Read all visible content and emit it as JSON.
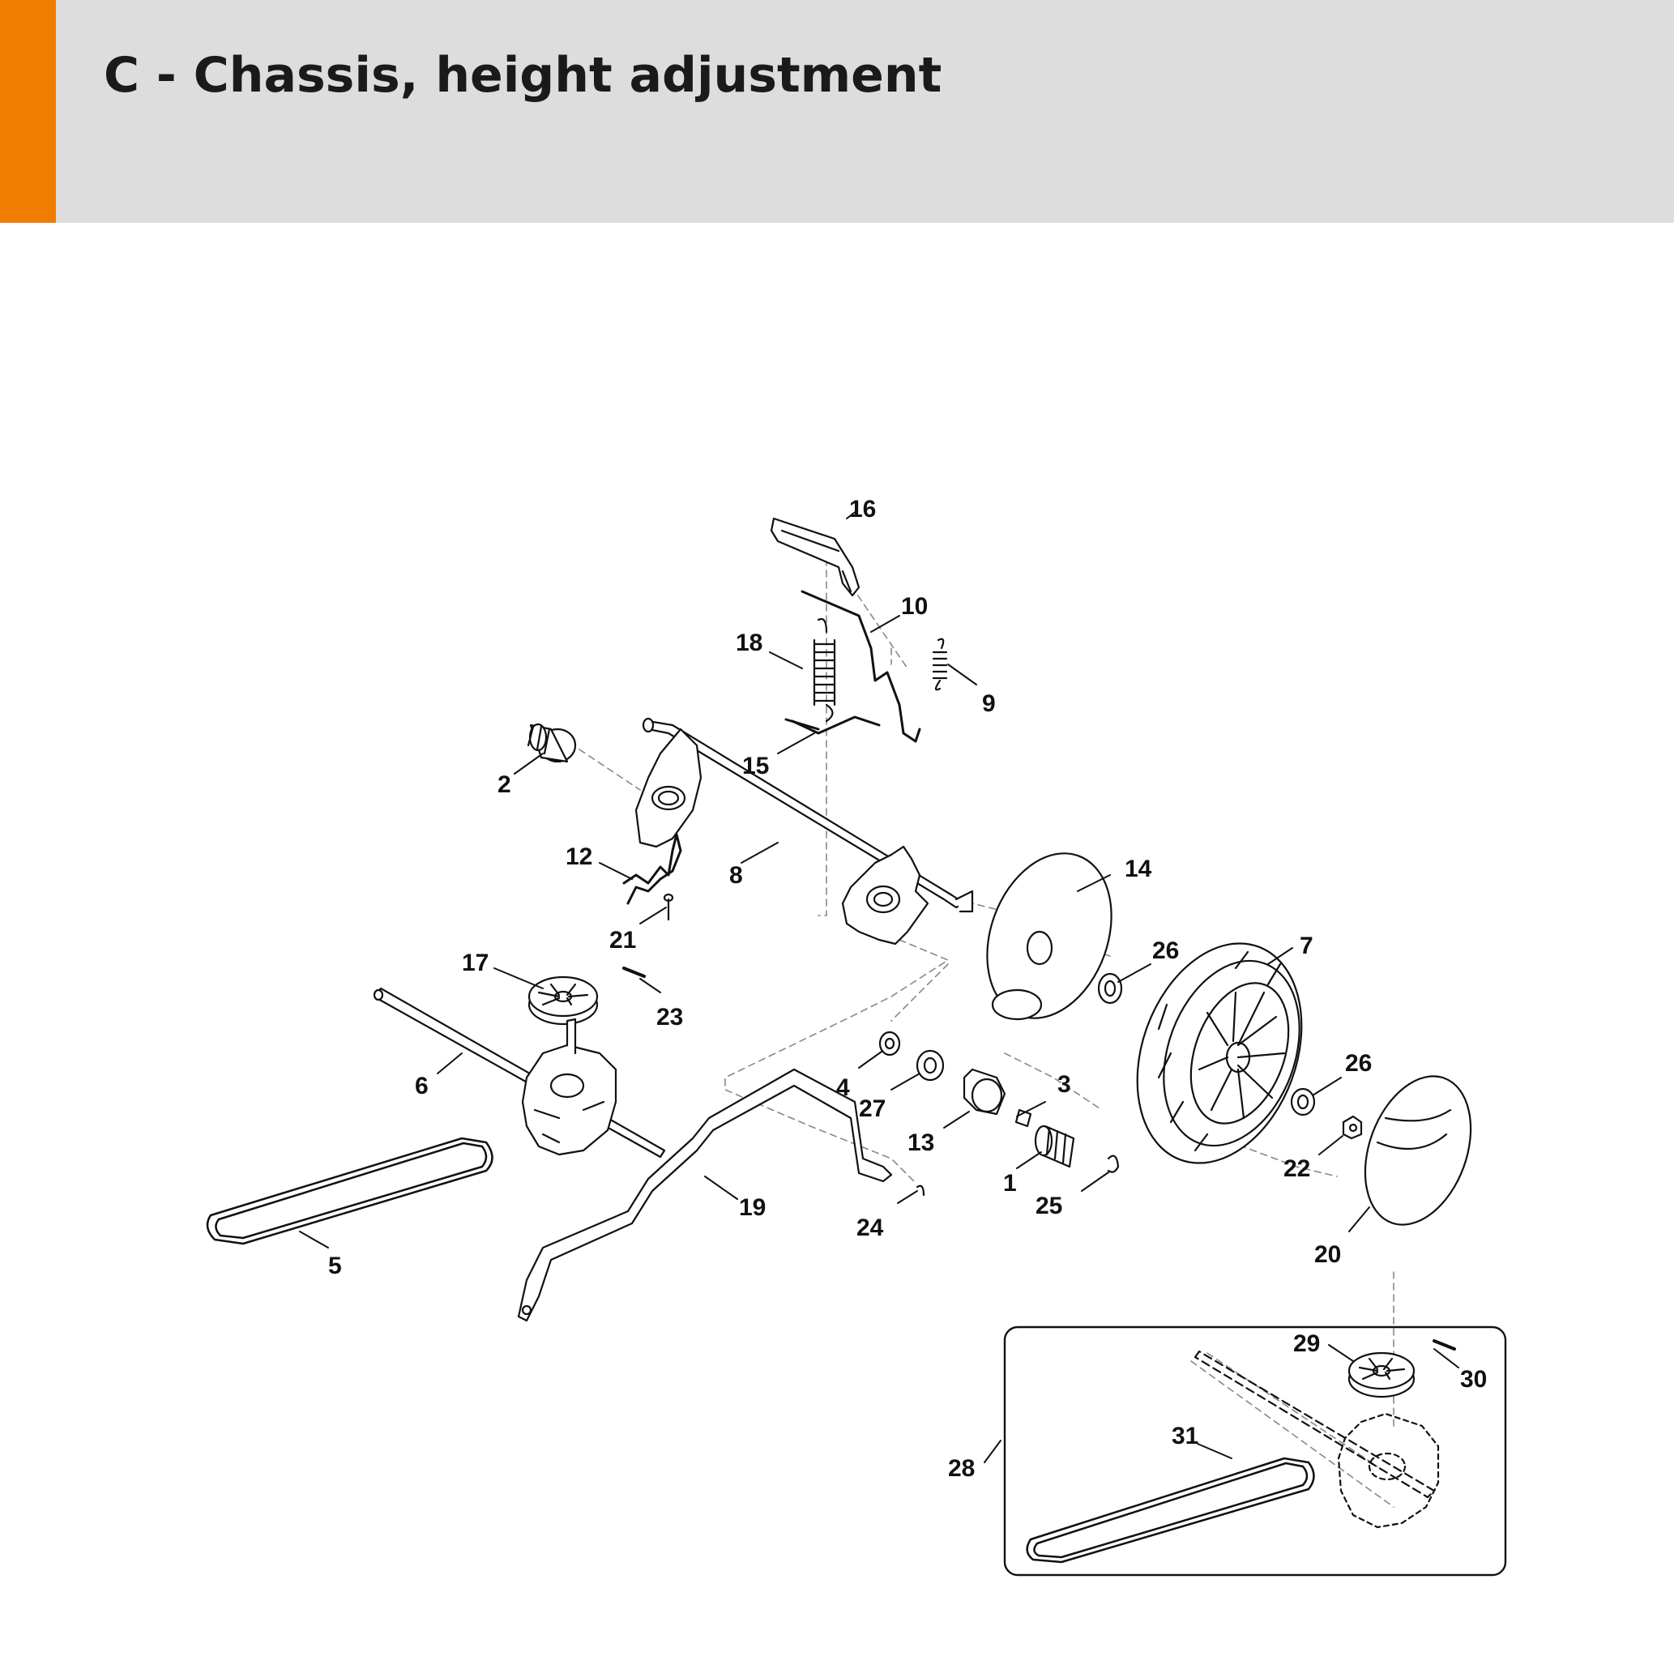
{
  "header": {
    "title": "C - Chassis, height adjustment",
    "accent_color": "#f07d00",
    "background_color": "#dcdddc"
  },
  "callouts": [
    "16",
    "10",
    "18",
    "9",
    "15",
    "2",
    "12",
    "8",
    "21",
    "14",
    "26",
    "7",
    "17",
    "23",
    "6",
    "4",
    "27",
    "3",
    "13",
    "26",
    "1",
    "22",
    "25",
    "24",
    "19",
    "5",
    "20",
    "29",
    "30",
    "28",
    "31"
  ]
}
